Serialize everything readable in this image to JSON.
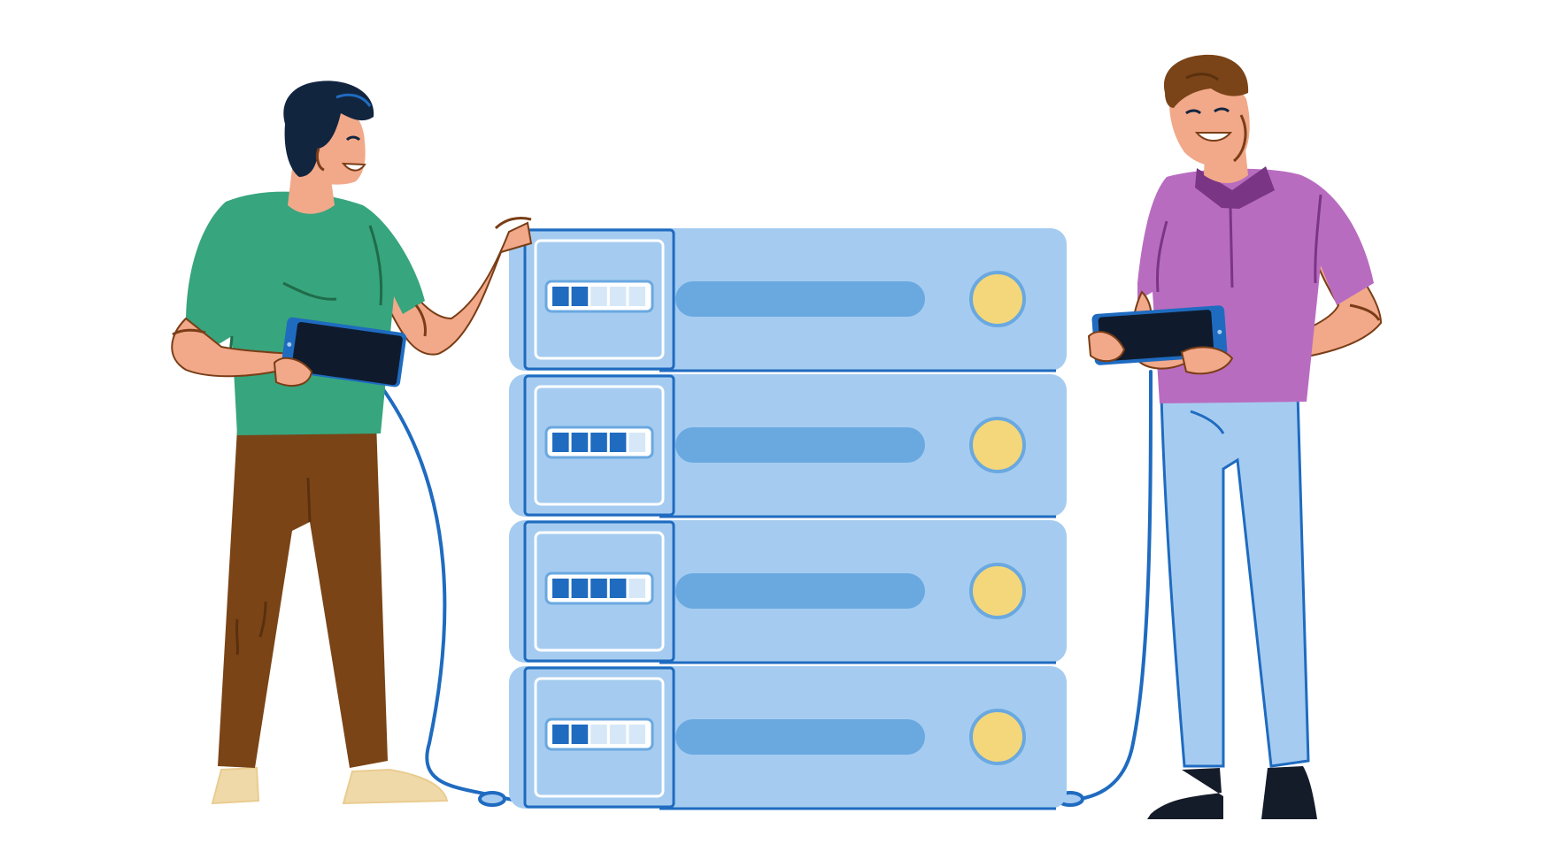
{
  "scene": {
    "background": "#ffffff",
    "server": {
      "units": [
        {
          "level": 0.4
        },
        {
          "level": 0.8
        },
        {
          "level": 0.8
        },
        {
          "level": 0.4
        }
      ],
      "colors": {
        "body": "#a5ccf0",
        "outline": "#1f6bc0",
        "slot": "#6aa8e0",
        "light": "#f4d77a"
      }
    },
    "people": [
      {
        "role": "engineer-left",
        "shirt": "#37a57d",
        "pants": "#7a4416",
        "hair": "#12253f",
        "shoes": "#f0d9a8"
      },
      {
        "role": "engineer-right",
        "shirt": "#b86cc0",
        "pants": "#a5ccf0",
        "hair": "#7a4418",
        "shoes": "#151c29"
      }
    ],
    "device": {
      "screen": "#0f1b2d",
      "frame": "#1f6bc0"
    },
    "skin": "#f1a98a",
    "outline": "#7a3d16"
  }
}
